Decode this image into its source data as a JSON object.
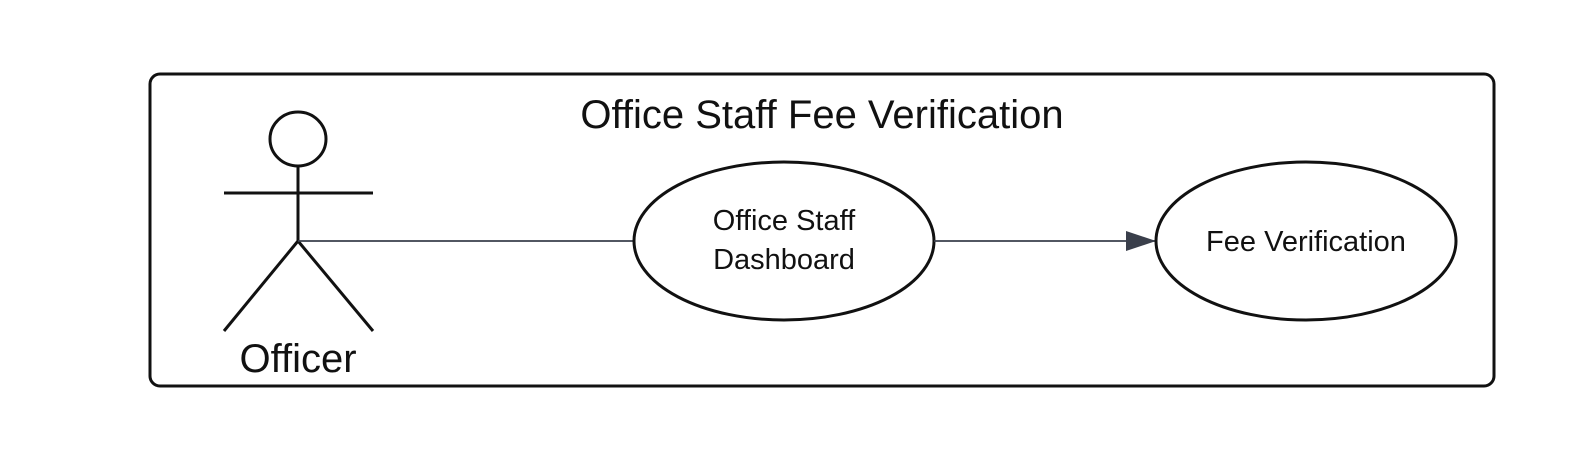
{
  "diagram": {
    "system_title": "Office Staff Fee Verification",
    "actor": {
      "label": "Officer"
    },
    "use_cases": [
      {
        "line1": "Office Staff",
        "line2": "Dashboard"
      },
      {
        "line1": "Fee Verification"
      }
    ],
    "colors": {
      "stroke": "#111111",
      "connector": "#3a3f4b",
      "arrowhead": "#3a3f4b",
      "background": "#ffffff"
    }
  }
}
